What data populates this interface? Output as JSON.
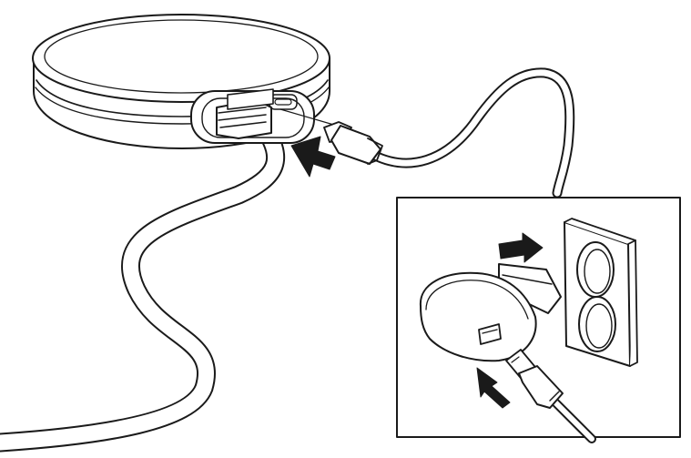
{
  "colors": {
    "ink": "#1a1a1a",
    "paper": "#ffffff",
    "arrow": "#1a1a1a"
  },
  "illustration": {
    "subjects": [
      "round-device",
      "device-cable",
      "usb-c-plug",
      "wall-adapter",
      "wall-outlet",
      "usb-a-plug"
    ],
    "arrows": [
      "arrow-into-device-port",
      "arrow-adapter-to-outlet",
      "arrow-usb-into-adapter"
    ]
  }
}
